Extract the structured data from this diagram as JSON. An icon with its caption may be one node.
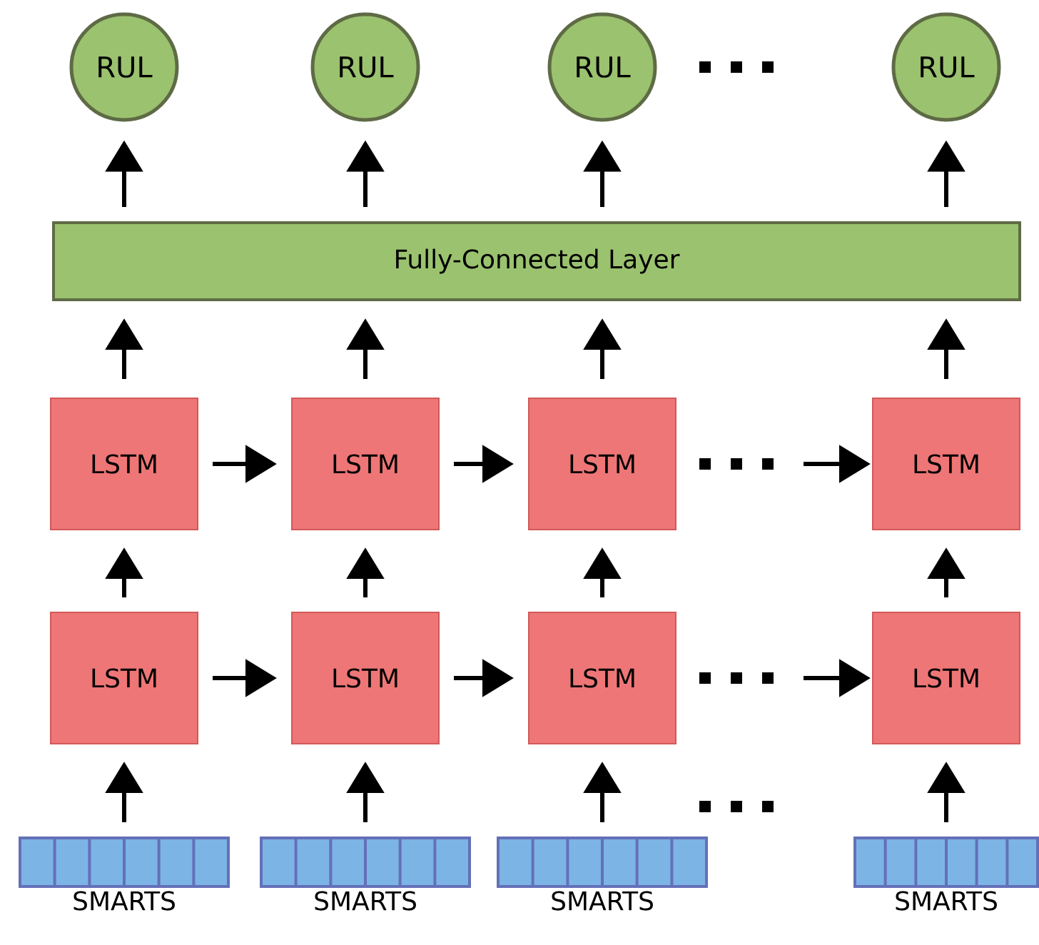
{
  "diagram": {
    "nodes": [
      {
        "text": [
          "RUL"
        ]
      },
      {
        "text": [
          "RUL"
        ]
      },
      {
        "text": [
          "RUL"
        ]
      },
      {
        "text": [
          "RUL"
        ]
      },
      {
        "text": [
          "Fully-Connected Layer"
        ]
      },
      {
        "text": [
          "LSTM"
        ]
      },
      {
        "text": [
          "LSTM"
        ]
      },
      {
        "text": [
          "LSTM"
        ]
      },
      {
        "text": [
          "LSTM"
        ]
      },
      {
        "text": [
          "LSTM"
        ]
      },
      {
        "text": [
          "LSTM"
        ]
      },
      {
        "text": [
          "LSTM"
        ]
      },
      {
        "text": [
          "LSTM"
        ]
      },
      {
        "text": [
          "SMARTS"
        ]
      },
      {
        "text": [
          "SMARTS"
        ]
      },
      {
        "text": [
          "SMARTS"
        ]
      },
      {
        "text": [
          "SMARTS"
        ]
      }
    ],
    "edges": [
      {
        "from": 13,
        "to": 9,
        "arrow": "to"
      },
      {
        "from": 14,
        "to": 10,
        "arrow": "to"
      },
      {
        "from": 15,
        "to": 11,
        "arrow": "to"
      },
      {
        "from": 16,
        "to": 12,
        "arrow": "to"
      },
      {
        "from": 9,
        "to": 10,
        "arrow": "to"
      },
      {
        "from": 10,
        "to": 11,
        "arrow": "to"
      },
      {
        "from": null,
        "to": 12,
        "arrow": "to"
      },
      {
        "from": 9,
        "to": 5,
        "arrow": "to"
      },
      {
        "from": 10,
        "to": 6,
        "arrow": "to"
      },
      {
        "from": 11,
        "to": 7,
        "arrow": "to"
      },
      {
        "from": 12,
        "to": 8,
        "arrow": "to"
      },
      {
        "from": 5,
        "to": 6,
        "arrow": "to"
      },
      {
        "from": 6,
        "to": 7,
        "arrow": "to"
      },
      {
        "from": null,
        "to": 8,
        "arrow": "to"
      },
      {
        "from": 5,
        "to": 4,
        "arrow": "to"
      },
      {
        "from": 6,
        "to": 4,
        "arrow": "to"
      },
      {
        "from": 7,
        "to": 4,
        "arrow": "to"
      },
      {
        "from": 8,
        "to": 4,
        "arrow": "to"
      },
      {
        "from": 4,
        "to": 0,
        "arrow": "to"
      },
      {
        "from": 4,
        "to": 1,
        "arrow": "to"
      },
      {
        "from": 4,
        "to": 2,
        "arrow": "to"
      },
      {
        "from": 4,
        "to": 3,
        "arrow": "to"
      }
    ]
  }
}
